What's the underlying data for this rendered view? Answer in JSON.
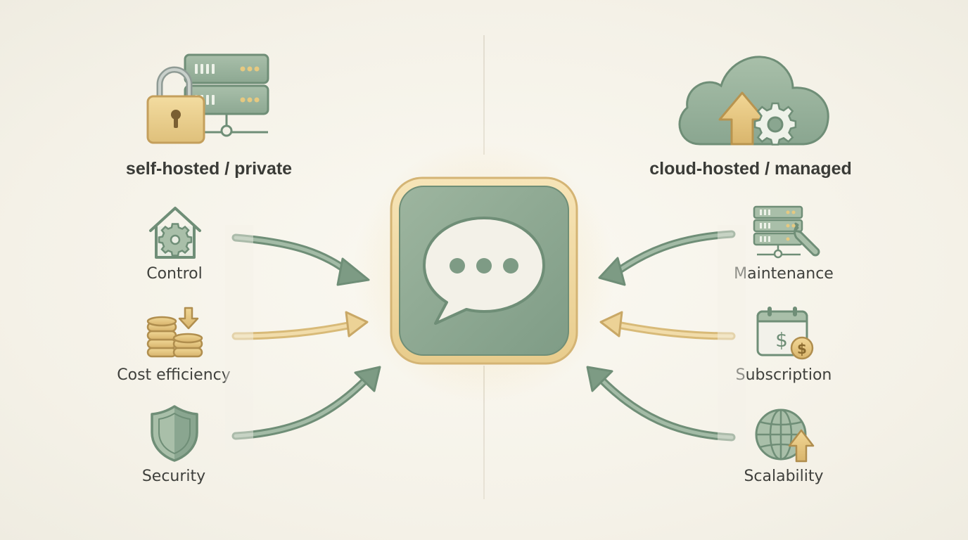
{
  "left_column": {
    "heading": "self-hosted / private",
    "heading_icon": "lock-server-icon",
    "items": [
      {
        "label": "Control",
        "icon": "home-gear-icon",
        "arrow_color": "#7d9b84"
      },
      {
        "label": "Cost efficiency",
        "icon": "coins-down-arrow-icon",
        "arrow_color": "#e3cb8f"
      },
      {
        "label": "Security",
        "icon": "shield-icon",
        "arrow_color": "#7d9b84"
      }
    ]
  },
  "right_column": {
    "heading": "cloud-hosted / managed",
    "heading_icon": "cloud-upload-gear-icon",
    "items": [
      {
        "label": "Maintenance",
        "icon": "server-wrench-icon",
        "arrow_color": "#7d9b84"
      },
      {
        "label": "Subscription",
        "icon": "calendar-dollar-icon",
        "arrow_color": "#e3cb8f"
      },
      {
        "label": "Scalability",
        "icon": "globe-up-arrow-icon",
        "arrow_color": "#7d9b84"
      }
    ]
  },
  "center": {
    "icon": "chat-bubble-icon"
  },
  "colors": {
    "sage": "#8aa691",
    "sage_dark": "#6f8e77",
    "gold": "#e8cf8f",
    "gold_dark": "#c9a866",
    "background": "#f6f3ea"
  }
}
